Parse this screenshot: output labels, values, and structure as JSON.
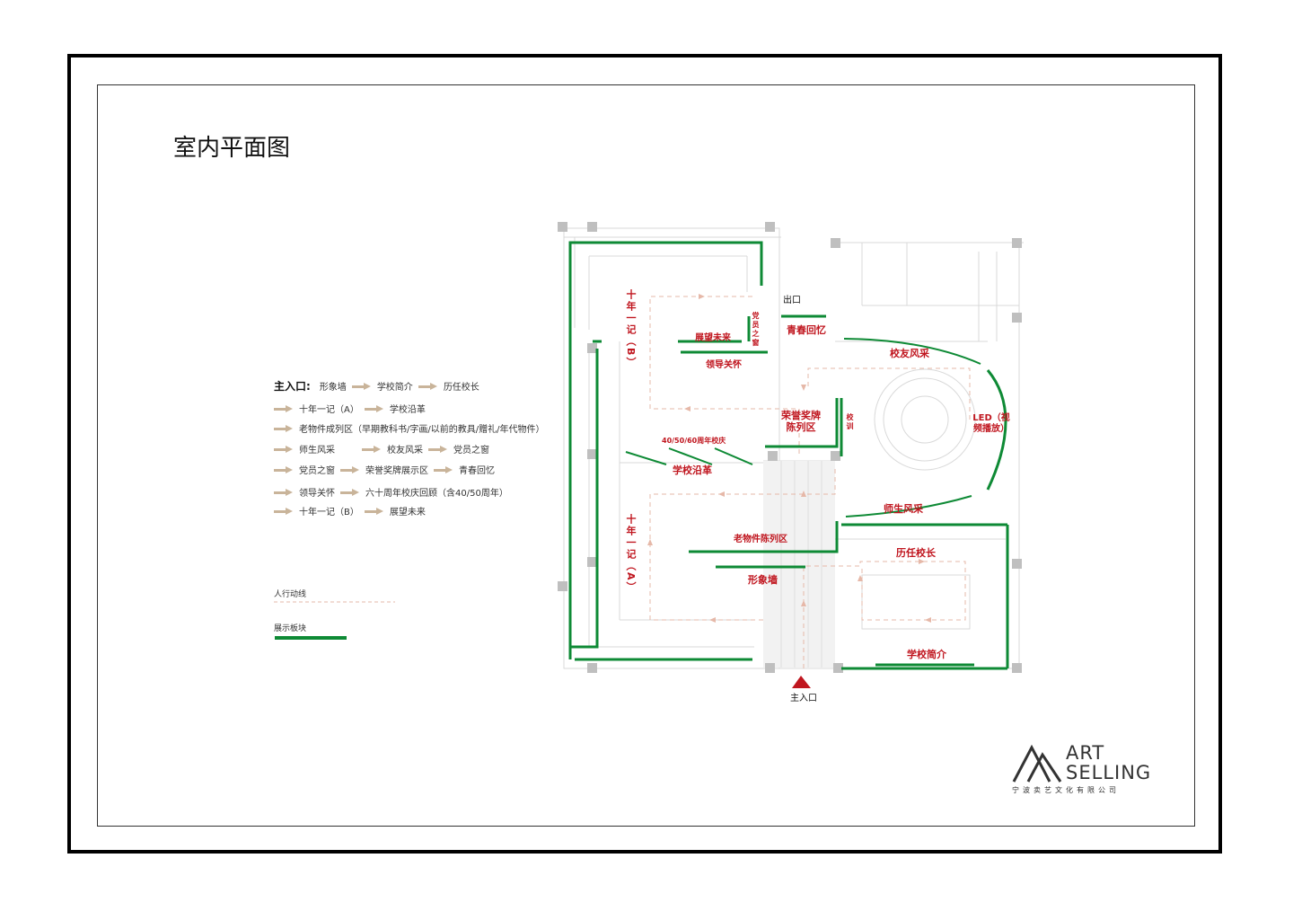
{
  "title": "室内平面图",
  "legend": {
    "main_entry": "主入口:",
    "rows": [
      [
        "形象墙",
        "学校简介",
        "历任校长"
      ],
      [
        "十年一记（A）",
        "学校沿革"
      ],
      [
        "老物件成列区（早期教科书/字画/以前的教具/赠礼/年代物件）"
      ],
      [
        "师生风采",
        "校友风采",
        "党员之窗"
      ],
      [
        "党员之窗",
        "荣誉奖牌展示区",
        "青春回忆"
      ],
      [
        "领导关怀",
        "六十周年校庆回顾（含40/50周年）"
      ],
      [
        "十年一记（B）",
        "展望未来"
      ]
    ],
    "flow_line": "人行动线",
    "display_block": "展示板块"
  },
  "plan": {
    "labels": {
      "exit": "出口",
      "main_entry": "主入口",
      "decade_b": "十年一记（B）",
      "decade_a": "十年一记（A）",
      "future": "展望未来",
      "leaders": "领导关怀",
      "party": "党员之窗",
      "youth": "青春回忆",
      "alumni": "校友风采",
      "honors": "荣誉奖牌陈列区",
      "motto": "校训",
      "led": "LED（视频播放）",
      "anniversary": "40/50/60周年校庆",
      "history": "学校沿革",
      "teachers": "师生风采",
      "old_items": "老物件陈列区",
      "principals": "历任校长",
      "image_wall": "形象墙",
      "intro": "学校简介"
    }
  },
  "logo": {
    "line1": "ART",
    "line2": "SELLING",
    "company": "宁波卖艺文化有限公司"
  },
  "colors": {
    "display_green": "#0e8a35",
    "label_red": "#c0161f",
    "flow_arrow": "#e6b8a8",
    "wall_gray": "#bfbfbf"
  }
}
